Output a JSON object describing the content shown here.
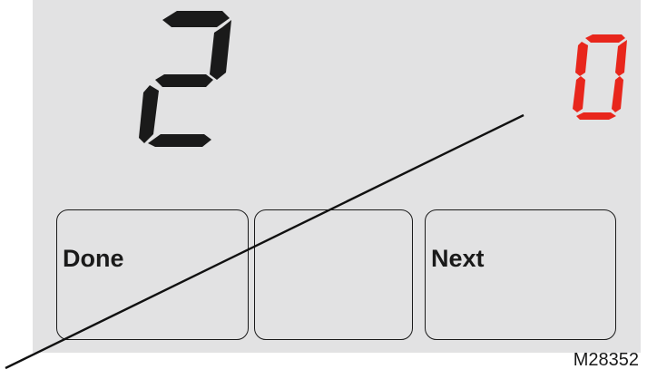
{
  "display": {
    "main_digit": "2",
    "main_digit_color": "#1a1a1a",
    "red_digit": "0",
    "red_digit_color": "#e8261c",
    "background_color": "#e2e2e3"
  },
  "softkeys": {
    "left_label": "Done",
    "middle_label": "",
    "right_label": "Next"
  },
  "figure_id": "M28352"
}
